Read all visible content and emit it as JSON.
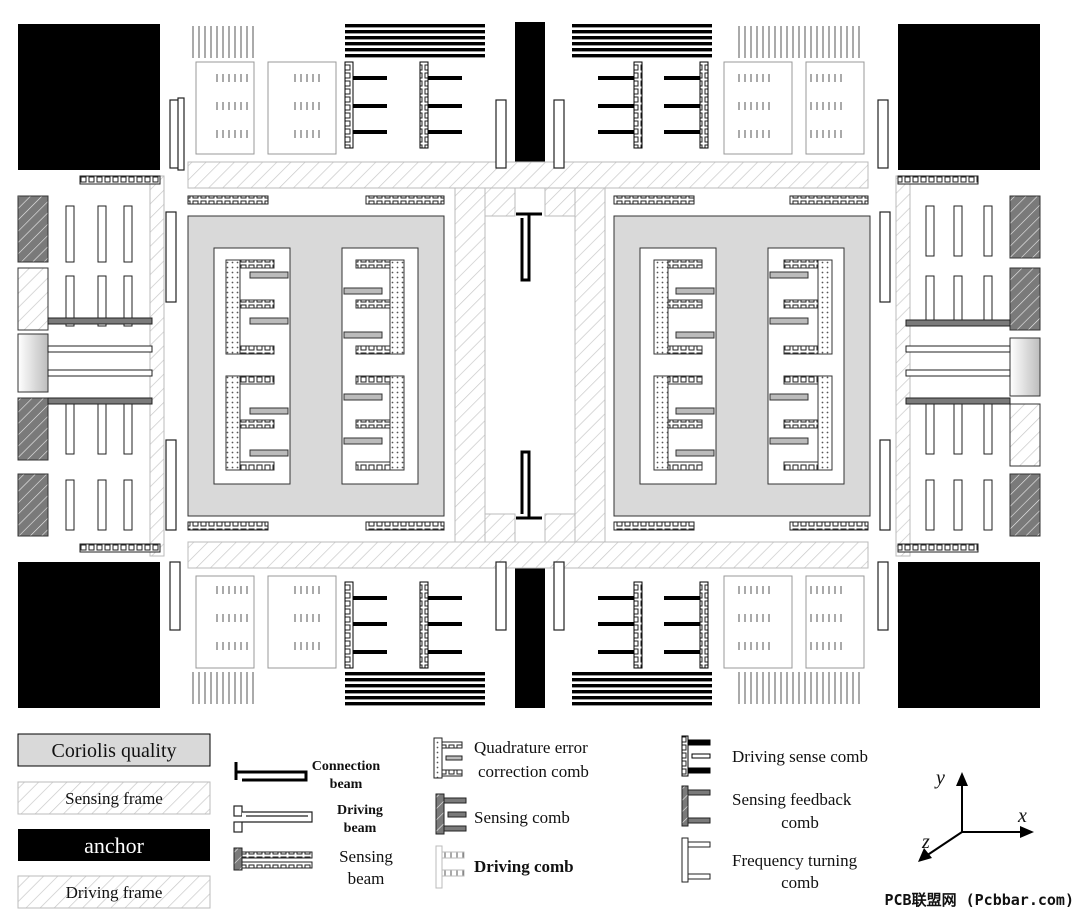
{
  "colors": {
    "anchor": "#000000",
    "coriolis_mass": "#d9d9d9",
    "hatch_stroke": "#c8c8c8",
    "dark_hatch_fill": "#7a7a7a",
    "structure_stroke": "#333333"
  },
  "legend": {
    "coriolis_quality": "Coriolis quality",
    "sensing_frame": "Sensing frame",
    "anchor": "anchor",
    "driving_frame": "Driving frame",
    "connection_beam": [
      "Connection",
      "beam"
    ],
    "driving_beam": [
      "Driving",
      "beam"
    ],
    "sensing_beam": [
      "Sensing",
      "beam"
    ],
    "quadrature_error_comb": [
      "Quadrature error",
      "correction comb"
    ],
    "sensing_comb": "Sensing comb",
    "driving_comb": "Driving  comb",
    "driving_sense_comb": "Driving sense comb",
    "sensing_feedback_comb": [
      "Sensing feedback",
      "comb"
    ],
    "frequency_turning_comb": [
      "Frequency turning",
      "comb"
    ]
  },
  "axes": {
    "x": "x",
    "y": "y",
    "z": "z"
  },
  "watermark": "PCB联盟网 (Pcbbar.com)",
  "icons": [
    "anchor-block",
    "comb-icon",
    "beam-icon",
    "axis-arrow-icon"
  ]
}
